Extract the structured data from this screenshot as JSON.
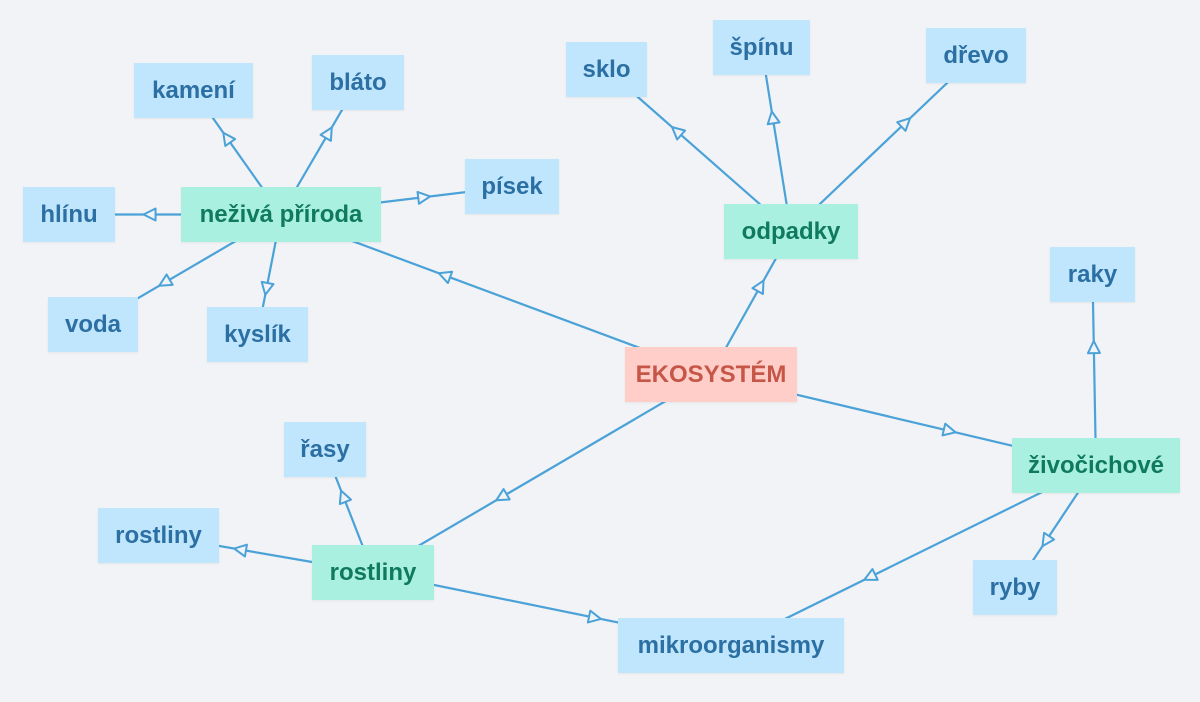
{
  "colors": {
    "background": "#f1f3f6",
    "edge": "#4aa2d8",
    "leaf_fill": "#bfe6fd",
    "leaf_text": "#2c6fa3",
    "mid_fill": "#aaf0e0",
    "mid_text": "#0f7a5f",
    "root_fill": "#ffcec8",
    "root_text": "#c65748"
  },
  "nodes": {
    "ekosystem": "EKOSYSTÉM",
    "neziva_priroda": "neživá příroda",
    "odpadky": "odpadky",
    "zivocichove": "živočichové",
    "rostliny_mid": "rostliny",
    "mikroorganismy": "mikroorganismy",
    "kameni": "kamení",
    "blato": "bláto",
    "pisek": "písek",
    "hlinu": "hlínu",
    "voda": "voda",
    "kyslik": "kyslík",
    "sklo": "sklo",
    "spinu": "špínu",
    "drevo": "dřevo",
    "raky": "raky",
    "ryby": "ryby",
    "rasy": "řasy",
    "rostliny_leaf": "rostliny"
  },
  "edges": [
    [
      "ekosystem",
      "neziva_priroda"
    ],
    [
      "ekosystem",
      "odpadky"
    ],
    [
      "ekosystem",
      "zivocichove"
    ],
    [
      "ekosystem",
      "rostliny_mid"
    ],
    [
      "neziva_priroda",
      "kameni"
    ],
    [
      "neziva_priroda",
      "blato"
    ],
    [
      "neziva_priroda",
      "pisek"
    ],
    [
      "neziva_priroda",
      "hlinu"
    ],
    [
      "neziva_priroda",
      "voda"
    ],
    [
      "neziva_priroda",
      "kyslik"
    ],
    [
      "odpadky",
      "sklo"
    ],
    [
      "odpadky",
      "spinu"
    ],
    [
      "odpadky",
      "drevo"
    ],
    [
      "zivocichove",
      "raky"
    ],
    [
      "zivocichove",
      "ryby"
    ],
    [
      "zivocichove",
      "mikroorganismy"
    ],
    [
      "rostliny_mid",
      "rasy"
    ],
    [
      "rostliny_mid",
      "rostliny_leaf"
    ],
    [
      "rostliny_mid",
      "mikroorganismy"
    ]
  ]
}
